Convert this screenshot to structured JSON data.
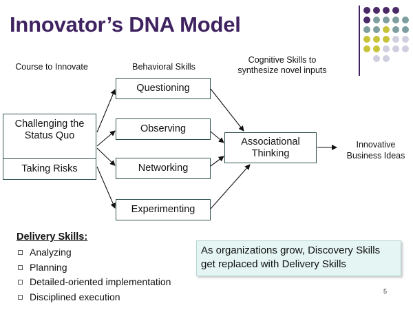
{
  "title": "Innovator’s DNA Model",
  "headers": {
    "course": "Course to Innovate",
    "behavioral": "Behavioral Skills",
    "cognitive": "Cognitive Skills to synthesize novel inputs"
  },
  "course_boxes": [
    "Challenging the Status Quo",
    "Taking Risks"
  ],
  "behavioral_boxes": [
    "Questioning",
    "Observing",
    "Networking",
    "Experimenting"
  ],
  "cognitive_box": "Associational Thinking",
  "output": "Innovative Business Ideas",
  "delivery": {
    "title": "Delivery Skills:",
    "items": [
      "Analyzing",
      "Planning",
      "Detailed-oriented implementation",
      "Disciplined execution"
    ]
  },
  "callout": "As organizations grow, Discovery Skills get replaced with Delivery Skills",
  "page_number": "5",
  "colors": {
    "title": "#3f2260",
    "dot_purple": "#4b2a68",
    "dot_teal": "#7e9e9f",
    "dot_yellow": "#c8c43a",
    "dot_light": "#cfcfe0",
    "callout_bg": "#e4f5f3"
  }
}
